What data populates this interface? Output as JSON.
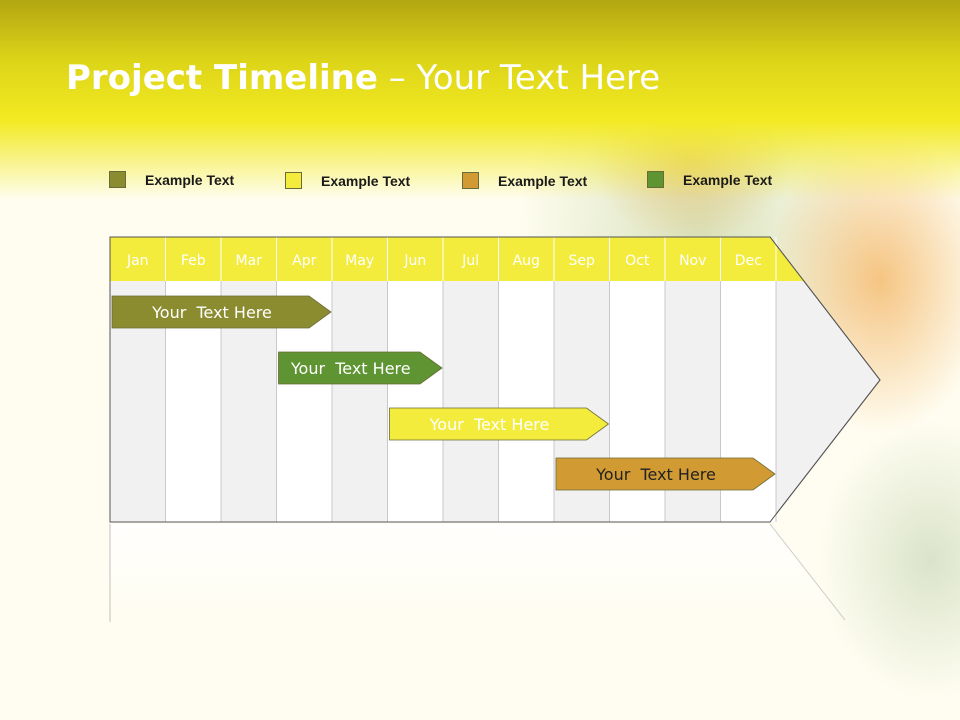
{
  "title": {
    "bold": "Project Timeline",
    "rest": " – Your Text Here"
  },
  "legend": [
    {
      "label": "Example Text",
      "color": "#8b8c30"
    },
    {
      "label": "Example Text",
      "color": "#f4ec3c"
    },
    {
      "label": "Example Text",
      "color": "#d29a32"
    },
    {
      "label": "Example Text",
      "color": "#5e9432"
    }
  ],
  "months": [
    "Jan",
    "Feb",
    "Mar",
    "Apr",
    "May",
    "Jun",
    "Jul",
    "Aug",
    "Sep",
    "Oct",
    "Nov",
    "Dec"
  ],
  "tasks": [
    {
      "label": "Your  Text Here",
      "start_month": "Jan",
      "end_month": "Apr",
      "color": "#8b8c30",
      "text_color": "#ffffff"
    },
    {
      "label": "Your  Text Here",
      "start_month": "Apr",
      "end_month": "Jun",
      "color": "#5e9432",
      "text_color": "#ffffff"
    },
    {
      "label": "Your  Text Here",
      "start_month": "Jun",
      "end_month": "Sep",
      "color": "#f4ec3c",
      "text_color": "#ffffff"
    },
    {
      "label": "Your  Text Here",
      "start_month": "Sep",
      "end_month": "Dec",
      "color": "#d29a32",
      "text_color": "#222222"
    }
  ],
  "colors": {
    "header": "#f4ec3c",
    "month_text": "#ffffff",
    "shade_a": "#f1f1f1",
    "shade_b": "#ffffff",
    "border": "#555555"
  }
}
